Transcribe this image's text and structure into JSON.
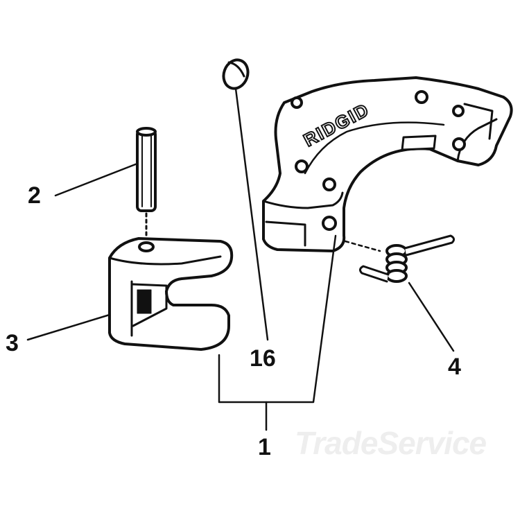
{
  "brand_text": "RIDGID",
  "watermark_text": "TradeService",
  "callouts": {
    "part_1": "1",
    "part_2": "2",
    "part_3": "3",
    "part_4": "4",
    "part_16": "16"
  },
  "colors": {
    "ink": "#111111",
    "paper": "#ffffff",
    "watermark": "#eeeeee"
  }
}
